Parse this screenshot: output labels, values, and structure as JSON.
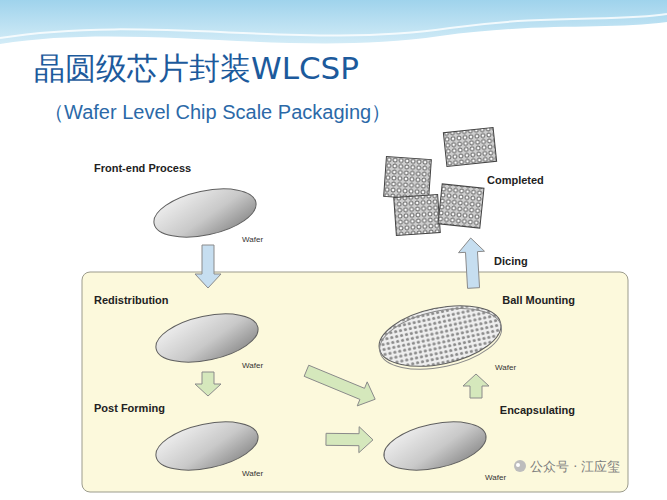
{
  "diagram": {
    "title": "晶圆级芯片封装WLCSP",
    "caption": "（Wafer Level Chip Scale Packaging）",
    "nodes": [
      {
        "text": [
          "Front-end Process",
          "Wafer"
        ]
      },
      {
        "text": [
          "Redistribution",
          "Wafer"
        ]
      },
      {
        "text": [
          "Post Forming",
          "Wafer"
        ]
      },
      {
        "text": [
          "Encapsulating",
          "Wafer"
        ]
      },
      {
        "text": [
          "Ball Mounting",
          "Wafer"
        ]
      },
      {
        "text": [
          "Completed"
        ]
      }
    ],
    "edges": [
      {
        "from": 0,
        "to": 1,
        "arrow": "to"
      },
      {
        "from": 1,
        "to": 2,
        "arrow": "to"
      },
      {
        "from": 1,
        "to": 3,
        "arrow": "to"
      },
      {
        "from": 2,
        "to": 3,
        "arrow": "to"
      },
      {
        "from": 3,
        "to": 4,
        "arrow": "to"
      },
      {
        "from": 4,
        "to": 5,
        "label": "Dicing",
        "arrow": "to"
      }
    ],
    "labels": [
      "公众号 · 江应玺"
    ]
  }
}
